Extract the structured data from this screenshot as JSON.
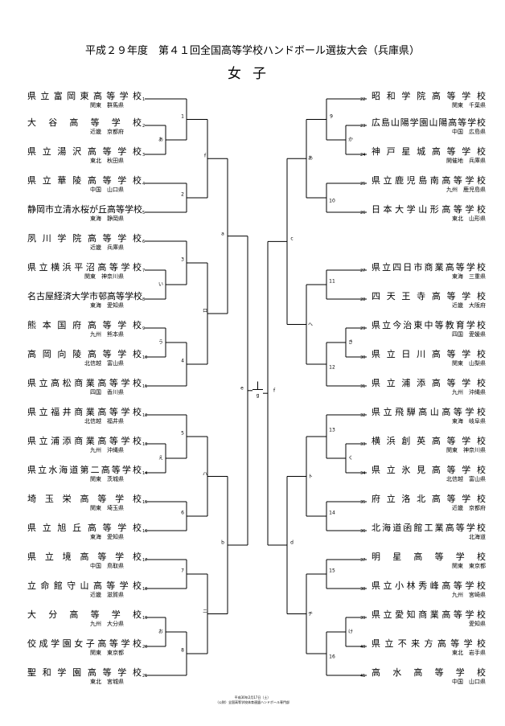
{
  "title": "平成２９年度　第４１回全国高等学校ハンドボール選抜大会（兵庫県）",
  "subtitle": "女子",
  "left_teams": [
    {
      "num": "1",
      "name": "県立富岡東高等学校",
      "region": "関東",
      "pref": "群馬県"
    },
    {
      "num": "2",
      "name": "大谷高等学校",
      "region": "近畿",
      "pref": "京都府"
    },
    {
      "num": "3",
      "name": "県立湯沢高等学校",
      "region": "東北",
      "pref": "秋田県"
    },
    {
      "num": "4",
      "name": "県立華陵高等学校",
      "region": "中国",
      "pref": "山口県"
    },
    {
      "num": "5",
      "name": "静岡市立清水桜が丘高等学校",
      "region": "東海",
      "pref": "静岡県"
    },
    {
      "num": "6",
      "name": "夙川学院高等学校",
      "region": "近畿",
      "pref": "兵庫県"
    },
    {
      "num": "7",
      "name": "県立横浜平沼高等学校",
      "region": "関東",
      "pref": "神奈川県"
    },
    {
      "num": "8",
      "name": "名古屋経済大学市邨高等学校",
      "region": "東海",
      "pref": "愛知県"
    },
    {
      "num": "9",
      "name": "熊本国府高等学校",
      "region": "九州",
      "pref": "熊本県"
    },
    {
      "num": "10",
      "name": "高岡向陵高等学校",
      "region": "北信越",
      "pref": "富山県"
    },
    {
      "num": "11",
      "name": "県立高松商業高等学校",
      "region": "四国",
      "pref": "香川県"
    },
    {
      "num": "12",
      "name": "県立福井商業高等学校",
      "region": "北信越",
      "pref": "福井県"
    },
    {
      "num": "13",
      "name": "県立浦添商業高等学校",
      "region": "九州",
      "pref": "沖縄県"
    },
    {
      "num": "14",
      "name": "県立水海道第二高等学校",
      "region": "関東",
      "pref": "茨城県"
    },
    {
      "num": "15",
      "name": "埼玉栄高等学校",
      "region": "関東",
      "pref": "埼玉県"
    },
    {
      "num": "16",
      "name": "県立旭丘高等学校",
      "region": "東海",
      "pref": "愛知県"
    },
    {
      "num": "17",
      "name": "県立境高等学校",
      "region": "中国",
      "pref": "鳥取県"
    },
    {
      "num": "18",
      "name": "立命館守山高等学校",
      "region": "近畿",
      "pref": "滋賀県"
    },
    {
      "num": "19",
      "name": "大分高等学校",
      "region": "九州",
      "pref": "大分県"
    },
    {
      "num": "20",
      "name": "佼成学園女子高等学校",
      "region": "関東",
      "pref": "東京都"
    },
    {
      "num": "21",
      "name": "聖和学園高等学校",
      "region": "東北",
      "pref": "宮城県"
    }
  ],
  "right_teams": [
    {
      "num": "22",
      "name": "昭和学院高等学校",
      "region": "関東",
      "pref": "千葉県"
    },
    {
      "num": "23",
      "name": "広島山陽学園山陽高等学校",
      "region": "中国",
      "pref": "広島県"
    },
    {
      "num": "24",
      "name": "神戸星城高等学校",
      "region": "開催地",
      "pref": "兵庫県"
    },
    {
      "num": "25",
      "name": "県立鹿児島南高等学校",
      "region": "九州",
      "pref": "鹿児島県"
    },
    {
      "num": "26",
      "name": "日本大学山形高等学校",
      "region": "東北",
      "pref": "山形県"
    },
    {
      "num": "27",
      "name": "県立四日市商業高等学校",
      "region": "東海",
      "pref": "三重県"
    },
    {
      "num": "28",
      "name": "四天王寺高等学校",
      "region": "近畿",
      "pref": "大阪府"
    },
    {
      "num": "29",
      "name": "県立今治東中等教育学校",
      "region": "四国",
      "pref": "愛媛県"
    },
    {
      "num": "30",
      "name": "県立日川高等学校",
      "region": "関東",
      "pref": "山梨県"
    },
    {
      "num": "31",
      "name": "県立浦添高等学校",
      "region": "九州",
      "pref": "沖縄県"
    },
    {
      "num": "32",
      "name": "県立飛騨高山高等学校",
      "region": "東海",
      "pref": "岐阜県"
    },
    {
      "num": "33",
      "name": "横浜創英高等学校",
      "region": "関東",
      "pref": "神奈川県"
    },
    {
      "num": "34",
      "name": "県立氷見高等学校",
      "region": "北信越",
      "pref": "富山県"
    },
    {
      "num": "35",
      "name": "府立洛北高等学校",
      "region": "近畿",
      "pref": "京都府"
    },
    {
      "num": "36",
      "name": "北海道函館工業高等学校",
      "region": "",
      "pref": "北海道"
    },
    {
      "num": "37",
      "name": "明星高等学校",
      "region": "関東",
      "pref": "東京都"
    },
    {
      "num": "38",
      "name": "県立小林秀峰高等学校",
      "region": "九州",
      "pref": "宮崎県"
    },
    {
      "num": "39",
      "name": "県立愛知商業高等学校",
      "region": "",
      "pref": "愛知県"
    },
    {
      "num": "40",
      "name": "県立不来方高等学校",
      "region": "東北",
      "pref": "岩手県"
    },
    {
      "num": "41",
      "name": "高水高等学校",
      "region": "中国",
      "pref": "山口県"
    }
  ],
  "match_labels": {
    "left_first": [
      "あ",
      "い",
      "う",
      "え",
      "お"
    ],
    "left_r1": [
      "1",
      "2",
      "3",
      "4",
      "5",
      "6",
      "7",
      "8"
    ],
    "left_r2": [
      "f",
      "ロ",
      "ハ",
      "ニ"
    ],
    "left_r3": [
      "a",
      "b"
    ],
    "left_r4": "e",
    "final": "g",
    "right_r4": "f",
    "right_r3": [
      "c",
      "d"
    ],
    "right_r2": [
      "あ",
      "へ",
      "ト",
      "チ"
    ],
    "right_r1": [
      "9",
      "10",
      "11",
      "12",
      "13",
      "14",
      "15",
      "16"
    ],
    "right_first": [
      "か",
      "き",
      "く",
      "け"
    ]
  },
  "footer": {
    "date": "平成30年2月17日（土）",
    "org": "（公財）全国高等学校体育連盟ハンドボール専門部"
  }
}
